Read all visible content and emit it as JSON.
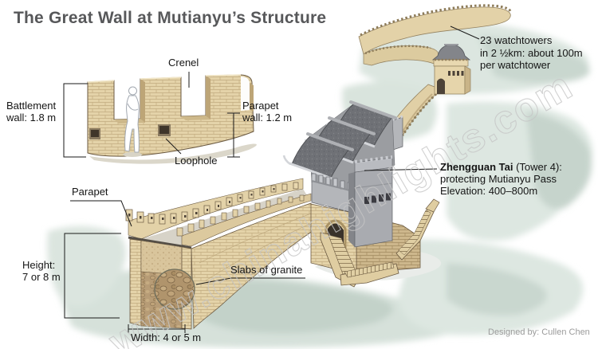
{
  "title": "The Great Wall at Mutianyu’s Structure",
  "credit": "Designed by: Cullen Chen",
  "watermark": "www.chinahighlights.com",
  "colors": {
    "wall_tan": "#e4d3a9",
    "wall_tan_dark": "#cdb78c",
    "roof_gray": "#6f7176",
    "tower_gray": "#a9abb0",
    "wash_green": "#d8e2dc",
    "label_text": "#151515",
    "title_gray": "#57585a",
    "credit_gray": "#9b9b9b"
  },
  "labels": {
    "crenel": "Crenel",
    "battlement_wall": {
      "lines": [
        "Battlement",
        "wall: 1.8 m"
      ]
    },
    "parapet_wall": {
      "lines": [
        "Parapet",
        "wall: 1.2 m"
      ]
    },
    "loophole": "Loophole",
    "parapet": "Parapet",
    "height": {
      "lines": [
        "Height:",
        "7 or 8 m"
      ]
    },
    "slabs_of_granite": "Slabs of granite",
    "width": "Width: 4 or 5 m",
    "watchtowers_note": {
      "lines": [
        "23 watchtowers",
        "in 2 ½km: about 100m",
        "per watchtower"
      ]
    },
    "zhengguan_tai": {
      "name_bold": "Zhengguan Tai",
      "name_rest": " (Tower 4):",
      "lines": [
        "protecting Mutianyu Pass",
        "Elevation: 400–800m"
      ]
    }
  }
}
